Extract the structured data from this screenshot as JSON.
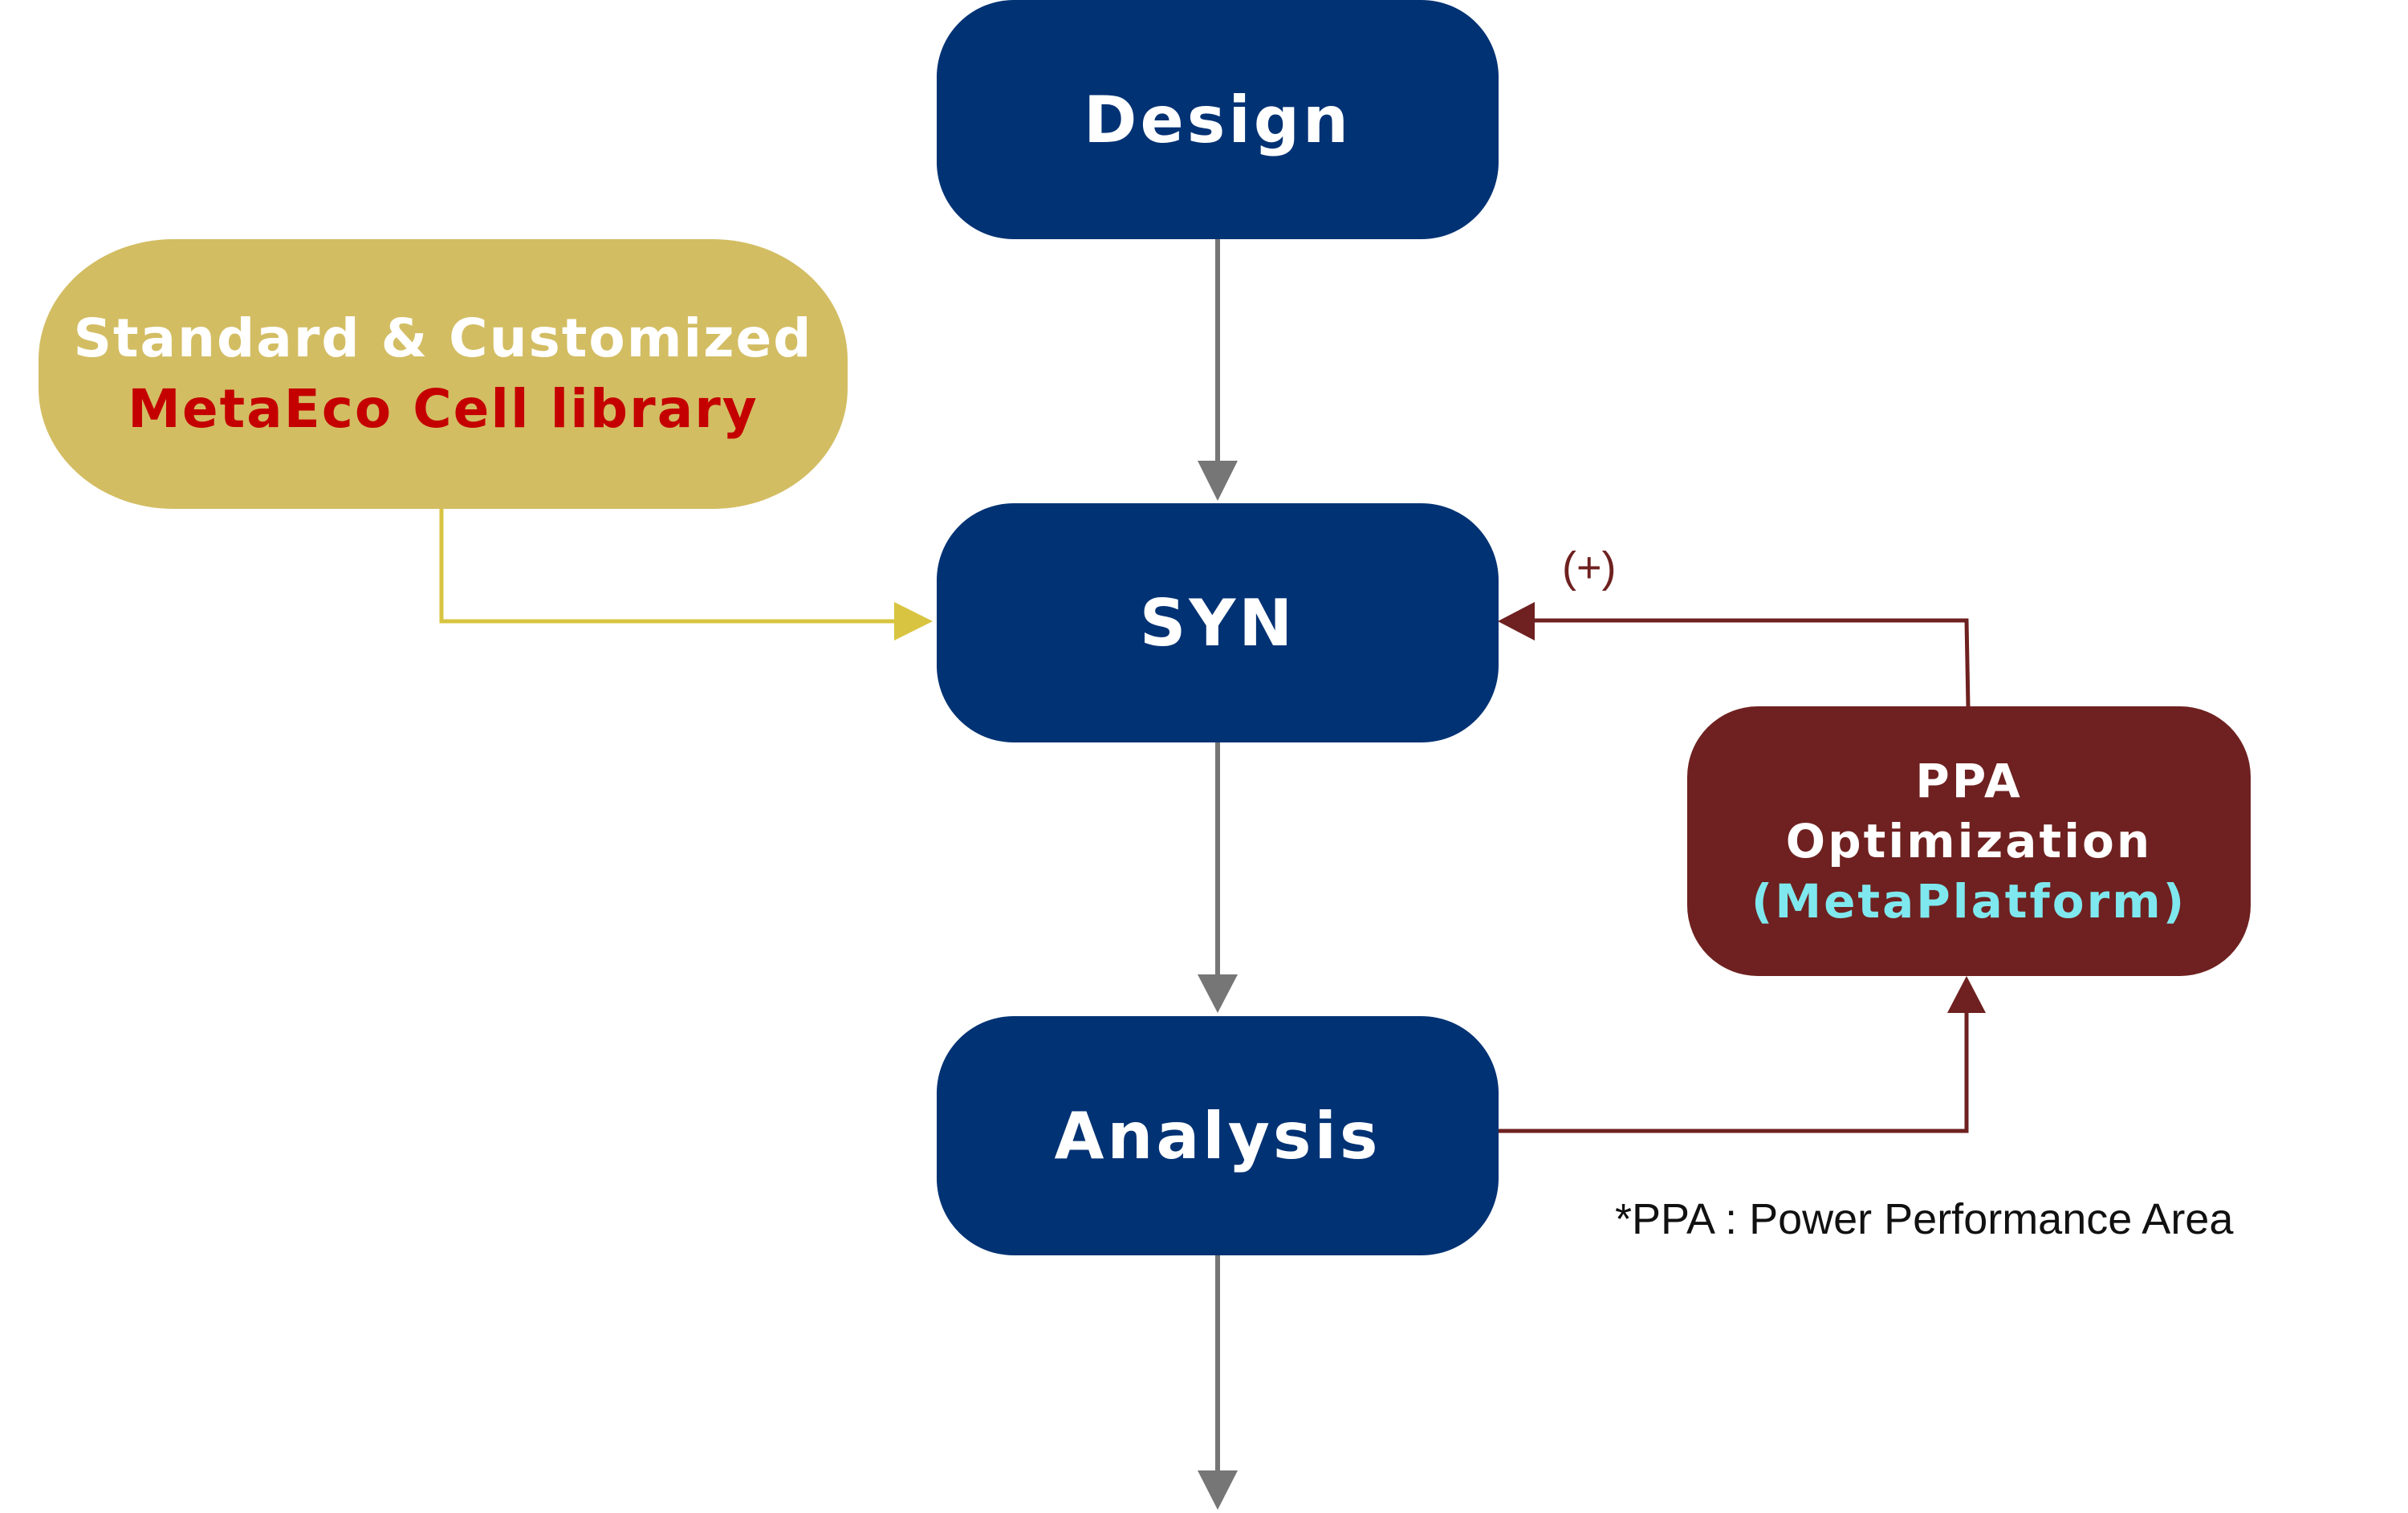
{
  "nodes": {
    "design": {
      "label": "Design"
    },
    "syn": {
      "label": "SYN"
    },
    "analysis": {
      "label": "Analysis"
    },
    "library": {
      "line1": "Standard & Customized",
      "line2": "MetaEco Cell library"
    },
    "ppa": {
      "line1": "PPA",
      "line2": "Optimization",
      "line3": "(MetaPlatform)"
    }
  },
  "edge_labels": {
    "feedback": "(+)"
  },
  "footnote": "*PPA : Power Performance Area",
  "colors": {
    "process_box": "#003274",
    "library_box": "#d3bd63",
    "library_highlight_text": "#c40000",
    "ppa_box": "#6e2120",
    "ppa_highlight_text": "#7fe8ee",
    "main_flow_arrow": "#767676",
    "library_arrow": "#d8c440",
    "feedback_arrow": "#6e2120"
  },
  "edges": [
    {
      "from": "design",
      "to": "syn"
    },
    {
      "from": "library",
      "to": "syn"
    },
    {
      "from": "syn",
      "to": "analysis"
    },
    {
      "from": "analysis",
      "to": "ppa"
    },
    {
      "from": "ppa",
      "to": "syn",
      "label": "(+)"
    },
    {
      "from": "analysis",
      "to": "next"
    }
  ]
}
